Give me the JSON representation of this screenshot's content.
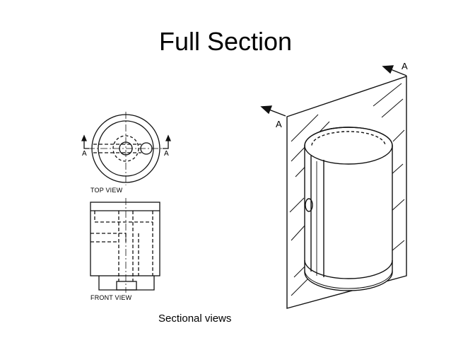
{
  "slide": {
    "title": "Full Section",
    "caption": "Sectional views"
  },
  "orthographic": {
    "top_view_label": "TOP VIEW",
    "front_view_label": "FRONT VIEW",
    "cutting_plane_left": "A",
    "cutting_plane_right": "A"
  },
  "pictorial": {
    "cutting_plane_left": "A",
    "cutting_plane_right": "A"
  }
}
